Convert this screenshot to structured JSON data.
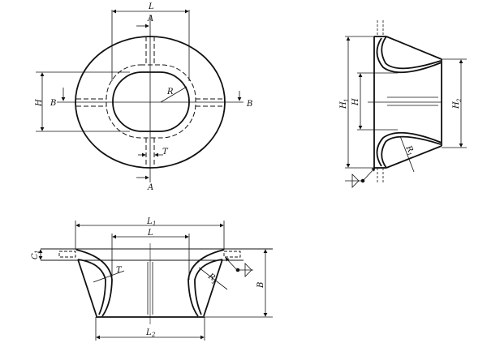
{
  "drawing": {
    "top_view": {
      "labels": {
        "length": "L",
        "height": "H",
        "radius": "R",
        "thickness": "T",
        "section_a_top": "A",
        "section_a_bottom": "A",
        "section_b_left": "B",
        "section_b_right": "B"
      }
    },
    "side_view": {
      "labels": {
        "h1": "H",
        "h1_sub": "1",
        "h": "H",
        "h2": "H",
        "h2_sub": "2",
        "r1": "R",
        "r1_sub": "1"
      }
    },
    "front_view": {
      "labels": {
        "l1": "L",
        "l1_sub": "1",
        "l": "L",
        "l2": "L",
        "l2_sub": "2",
        "c1": "C",
        "c1_sub": "1",
        "t": "T",
        "r1": "R",
        "r1_sub": "1",
        "b": "B"
      }
    },
    "colors": {
      "line": "#111111",
      "background": "#ffffff"
    }
  }
}
